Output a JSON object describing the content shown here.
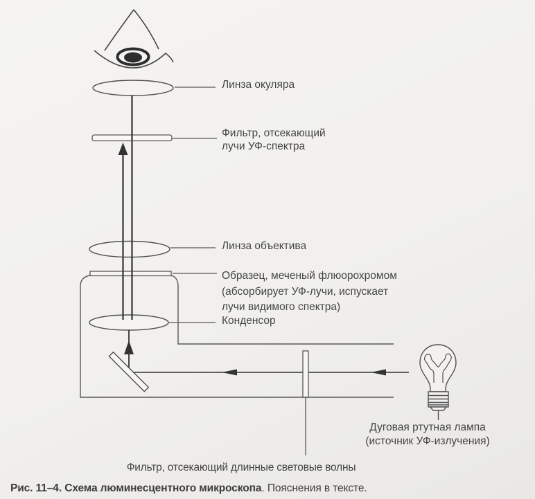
{
  "labels": {
    "eyepiece_lens": "Линза окуляра",
    "uv_filter": [
      "Фильтр, отсекающий",
      "лучи УФ-спектра"
    ],
    "objective_lens": "Линза объектива",
    "specimen": [
      "Образец, меченый флюорохромом",
      "(абсорбирует УФ-лучи, испускает",
      "лучи видимого спектра)"
    ],
    "condenser": "Конденсор",
    "lamp": [
      "Дуговая ртутная лампа",
      "(источник УФ-излучения)"
    ],
    "longwave_filter": "Фильтр, отсекающий длинные световые волны"
  },
  "caption": {
    "bold": "Рис. 11–4. Схема люминесцентного микроскопа",
    "regular": ". Пояснения в тексте."
  },
  "icons": {
    "eye": "eye-icon",
    "lamp": "light-bulb-icon",
    "mirror": "mirror-icon"
  },
  "colors": {
    "background": "#f1f0ee",
    "line": "#555555",
    "ray": "#333333",
    "text": "#454545"
  }
}
